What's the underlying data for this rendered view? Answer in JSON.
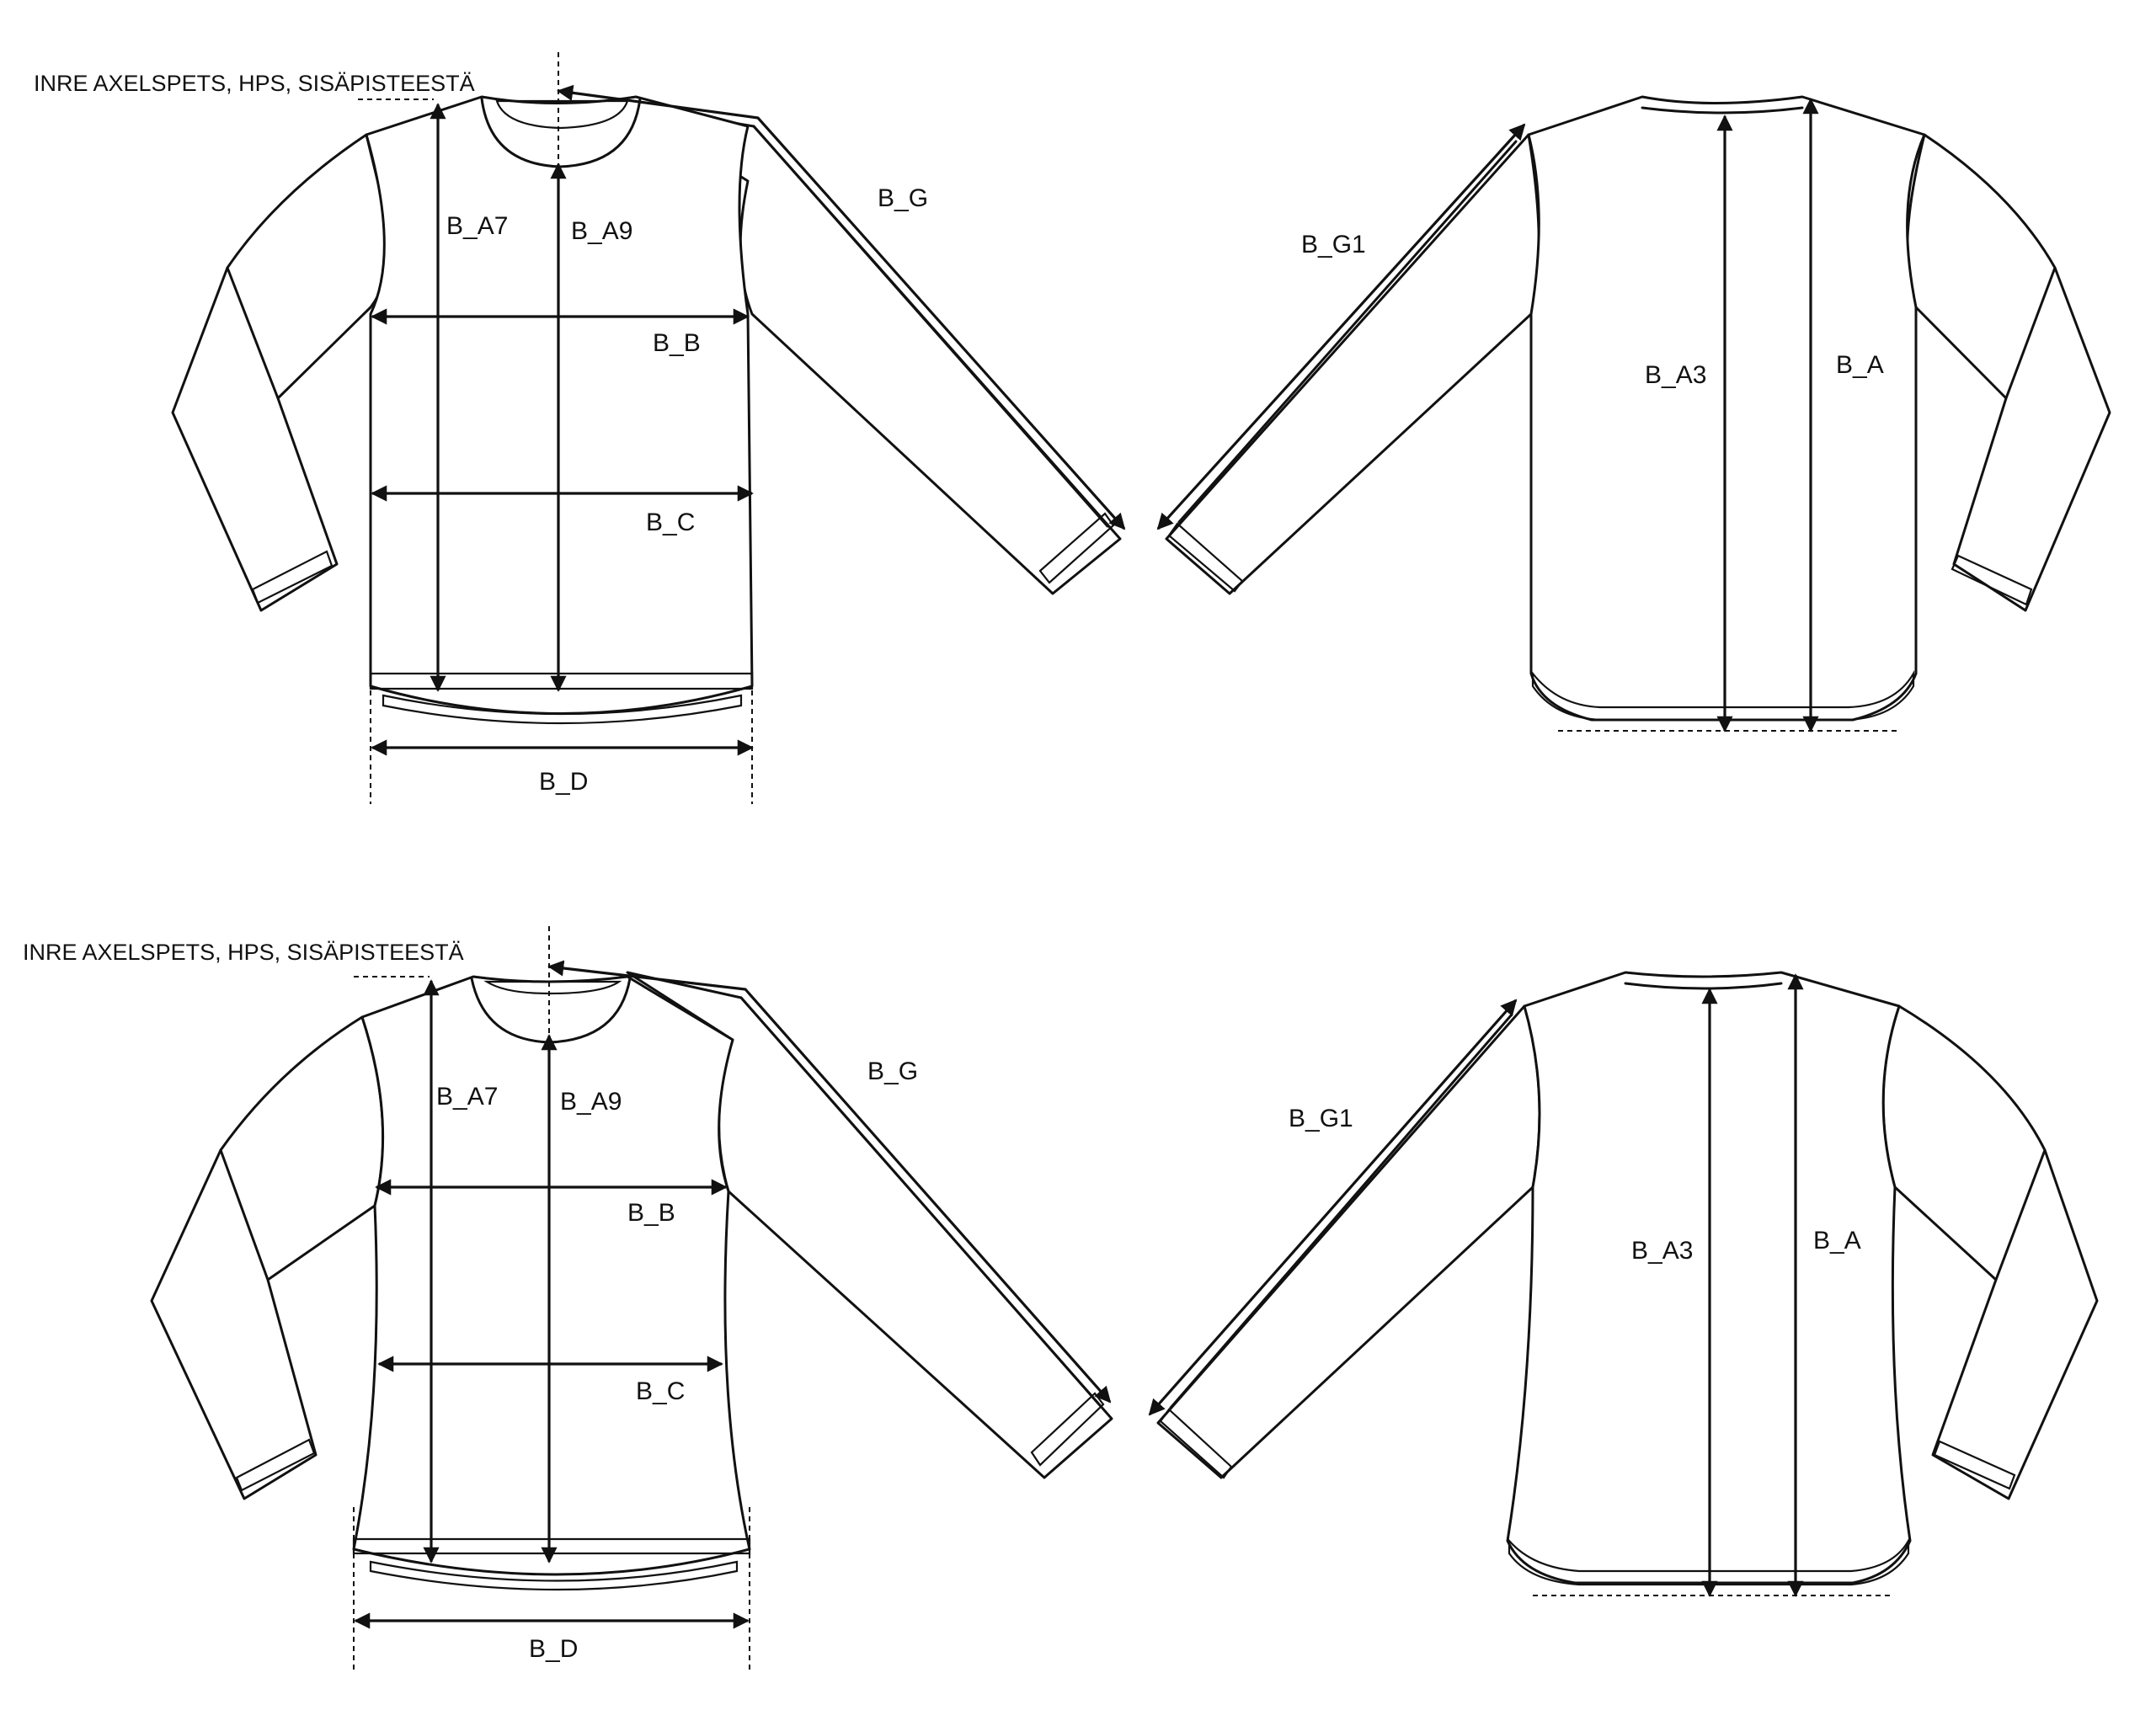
{
  "top": {
    "front": {
      "note": "INRE AXELSPETS, HPS, SISÄPISTEESTÄ",
      "labels": {
        "a7": "B_A7",
        "a9": "B_A9",
        "b": "B_B",
        "c": "B_C",
        "d": "B_D",
        "g": "B_G"
      }
    },
    "back": {
      "labels": {
        "g1": "B_G1",
        "a3": "B_A3",
        "a": "B_A"
      }
    }
  },
  "bottom": {
    "front": {
      "note": "INRE AXELSPETS, HPS, SISÄPISTEESTÄ",
      "labels": {
        "a7": "B_A7",
        "a9": "B_A9",
        "b": "B_B",
        "c": "B_C",
        "d": "B_D",
        "g": "B_G"
      }
    },
    "back": {
      "labels": {
        "g1": "B_G1",
        "a3": "B_A3",
        "a": "B_A"
      }
    }
  }
}
